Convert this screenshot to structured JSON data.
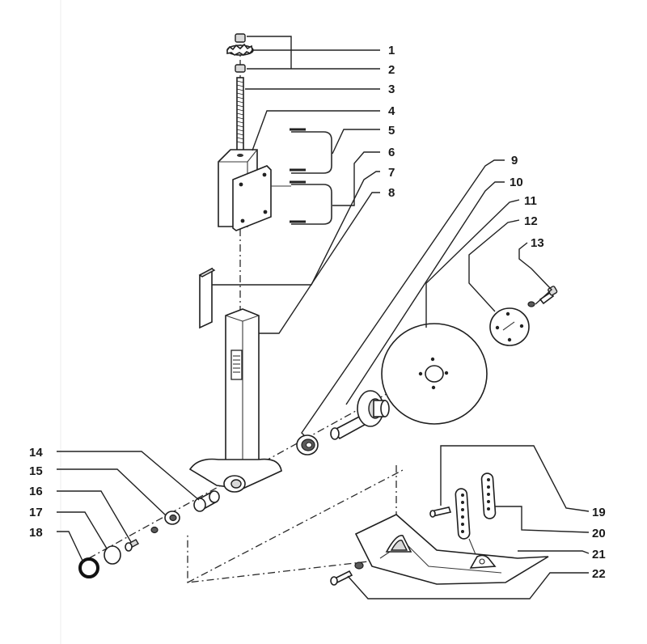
{
  "diagram": {
    "callouts": [
      "1",
      "2",
      "3",
      "4",
      "5",
      "6",
      "7",
      "8",
      "9",
      "10",
      "11",
      "12",
      "13",
      "14",
      "15",
      "16",
      "17",
      "18",
      "19",
      "20",
      "21",
      "22"
    ]
  },
  "colors": {
    "line": "#1f1f1f",
    "paper": "#ffffff",
    "shade": "#d9d9d9"
  }
}
